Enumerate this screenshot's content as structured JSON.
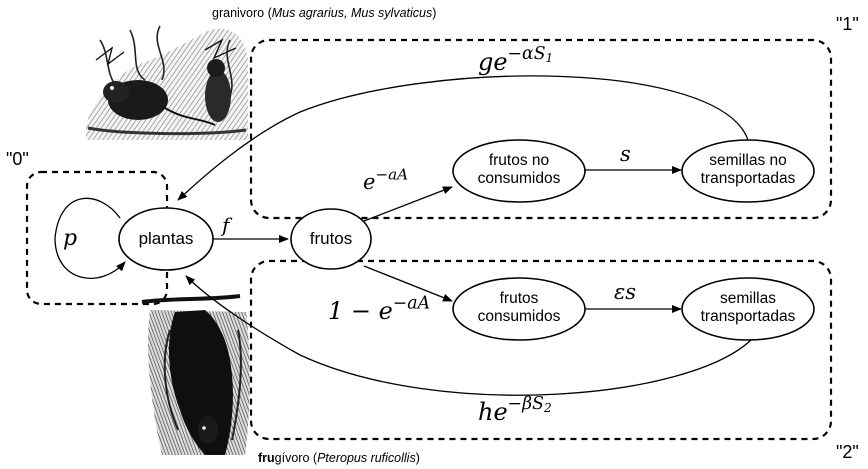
{
  "regions": {
    "zero": "\"0\"",
    "one": "\"1\"",
    "two": "\"2\""
  },
  "nodes": {
    "plantas": "plantas",
    "frutos": "frutos",
    "frutos_no_consumidos": [
      "frutos no",
      "consumidos"
    ],
    "semillas_no_transportadas": [
      "semillas no",
      "transportadas"
    ],
    "frutos_consumidos": [
      "frutos",
      "consumidos"
    ],
    "semillas_transportadas": [
      "semillas",
      "transportadas"
    ]
  },
  "edges": {
    "self_loop": "p",
    "plantas_to_frutos": "f",
    "frutos_to_no_consumidos": {
      "base": "e",
      "exp": "−aA"
    },
    "frutos_to_consumidos": {
      "prefix": "1 − e",
      "exp": "−aA"
    },
    "no_consumidos_to_no_transportadas": "s",
    "consumidos_to_transportadas": "εs",
    "return_top": {
      "base": "ge",
      "exp": "−αS",
      "sub": "1"
    },
    "return_bottom": {
      "base": "he",
      "exp": "−βS",
      "sub": "2"
    }
  },
  "captions": {
    "granivoro": {
      "name": "granivoro",
      "species": "Mus agrarius, Mus sylvaticus"
    },
    "frugivoro": {
      "name_bold": "fru",
      "name_rest": "gívoro",
      "species": "Pteropus ruficollis"
    }
  }
}
